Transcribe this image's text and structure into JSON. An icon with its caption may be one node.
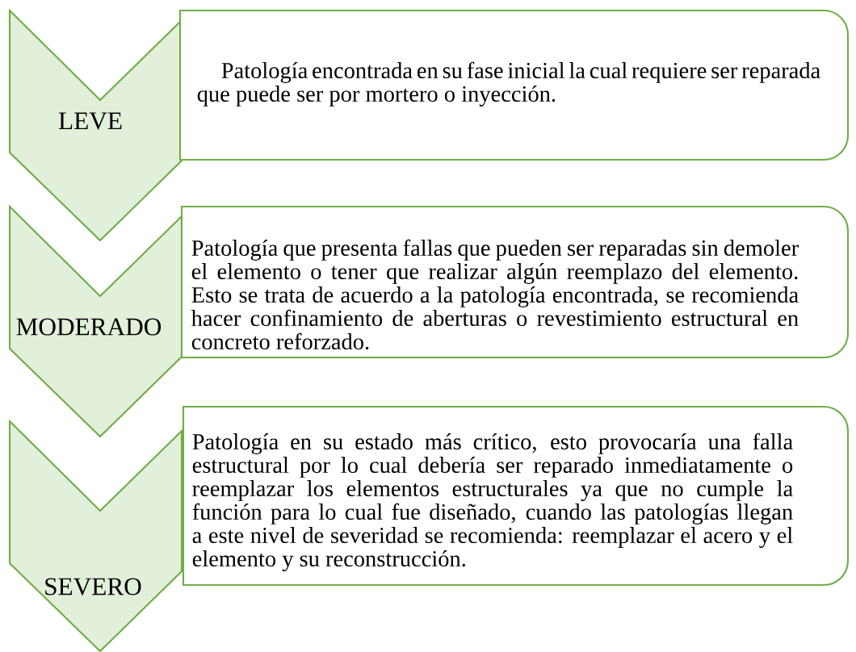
{
  "diagram": {
    "nodes": [
      {
        "text": [
          "LEVE"
        ]
      },
      {
        "text": [
          "Patología encontrada en su fase inicial la cual requiere ser reparada que puede ser por mortero o inyección."
        ]
      },
      {
        "text": [
          "MODERADO"
        ]
      },
      {
        "text": [
          "Patología que presenta fallas que pueden ser reparadas sin demoler el elemento o tener que realizar algún reemplazo del elemento. Esto se trata de acuerdo a la patología encontrada, se recomienda hacer confinamiento de aberturas o revestimiento estructural en concreto reforzado."
        ]
      },
      {
        "text": [
          "SEVERO"
        ]
      },
      {
        "text": [
          "Patología en su estado más crítico, esto provocaría una falla estructural por lo cual debería ser reparado inmediatamente o reemplazar los elementos estructurales ya que no cumple la función para lo cual fue diseñado, cuando las patologías llegan a este nivel de severidad se recomienda: reemplazar el acero y el elemento y su reconstrucción."
        ]
      }
    ]
  }
}
